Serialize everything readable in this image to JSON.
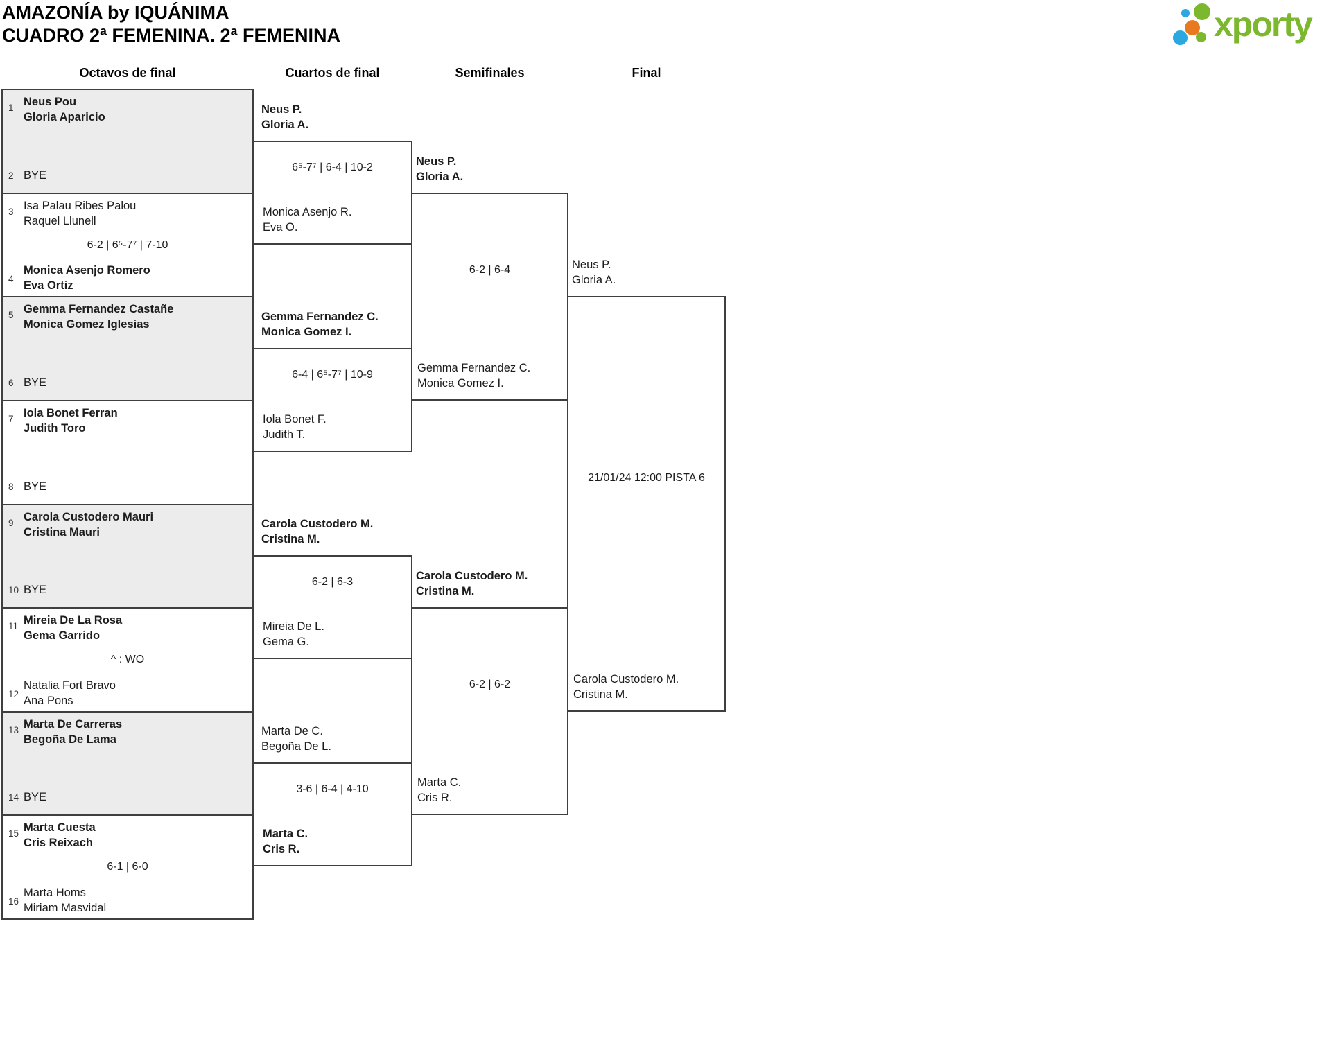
{
  "header": {
    "title_line1": "AMAZONÍA by IQUÁNIMA",
    "title_line2": "CUADRO 2ª FEMENINA. 2ª FEMENINA"
  },
  "brand": {
    "logo_text": "xporty",
    "green": "#7cb82e",
    "blue": "#2aa8df",
    "orange": "#e8791f"
  },
  "rounds": [
    "Octavos de final",
    "Cuartos de final",
    "Semifinales",
    "Final"
  ],
  "octavos": [
    {
      "seed_top": "1",
      "top1": "Neus Pou",
      "top2": "Gloria Aparicio",
      "top_winner": true,
      "seed_bottom": "2",
      "bottom1": "BYE",
      "bottom_winner": false,
      "score": ""
    },
    {
      "seed_top": "3",
      "top1": "Isa Palau Ribes Palou",
      "top2": "Raquel Llunell",
      "top_winner": false,
      "seed_bottom": "4",
      "bottom1": "Monica Asenjo Romero",
      "bottom2": "Eva Ortiz",
      "bottom_winner": true,
      "score": "6-2 | 6⁵-7⁷ | 7-10"
    },
    {
      "seed_top": "5",
      "top1": "Gemma Fernandez Castañe",
      "top2": "Monica Gomez Iglesias",
      "top_winner": true,
      "seed_bottom": "6",
      "bottom1": "BYE",
      "bottom_winner": false,
      "score": ""
    },
    {
      "seed_top": "7",
      "top1": "Iola Bonet Ferran",
      "top2": "Judith Toro",
      "top_winner": true,
      "seed_bottom": "8",
      "bottom1": "BYE",
      "bottom_winner": false,
      "score": ""
    },
    {
      "seed_top": "9",
      "top1": "Carola Custodero Mauri",
      "top2": "Cristina Mauri",
      "top_winner": true,
      "seed_bottom": "10",
      "bottom1": "BYE",
      "bottom_winner": false,
      "score": ""
    },
    {
      "seed_top": "11",
      "top1": "Mireia De La Rosa",
      "top2": "Gema Garrido",
      "top_winner": true,
      "seed_bottom": "12",
      "bottom1": "Natalia Fort Bravo",
      "bottom2": "Ana Pons",
      "bottom_winner": false,
      "score": "^ : WO"
    },
    {
      "seed_top": "13",
      "top1": "Marta De Carreras",
      "top2": "Begoña De Lama",
      "top_winner": true,
      "seed_bottom": "14",
      "bottom1": "BYE",
      "bottom_winner": false,
      "score": ""
    },
    {
      "seed_top": "15",
      "top1": "Marta Cuesta",
      "top2": "Cris Reixach",
      "top_winner": true,
      "seed_bottom": "16",
      "bottom1": "Marta Homs",
      "bottom2": "Miriam Masvidal",
      "bottom_winner": false,
      "score": "6-1 | 6-0"
    }
  ],
  "cuartos": [
    {
      "top1": "Neus P.",
      "top2": "Gloria A.",
      "top_winner": true,
      "bottom1": "Monica Asenjo R.",
      "bottom2": "Eva O.",
      "bottom_winner": false,
      "score": "6⁵-7⁷ | 6-4 | 10-2"
    },
    {
      "top1": "Gemma Fernandez C.",
      "top2": "Monica Gomez I.",
      "top_winner": true,
      "bottom1": "Iola Bonet F.",
      "bottom2": "Judith T.",
      "bottom_winner": false,
      "score": "6-4 | 6⁵-7⁷ | 10-9"
    },
    {
      "top1": "Carola Custodero M.",
      "top2": "Cristina M.",
      "top_winner": true,
      "bottom1": "Mireia De L.",
      "bottom2": "Gema G.",
      "bottom_winner": false,
      "score": "6-2 | 6-3"
    },
    {
      "top1": "Marta De C.",
      "top2": "Begoña De L.",
      "top_winner": false,
      "bottom1": "Marta C.",
      "bottom2": "Cris R.",
      "bottom_winner": true,
      "score": "3-6 | 6-4 | 4-10"
    }
  ],
  "semifinales": [
    {
      "top1": "Neus P.",
      "top2": "Gloria A.",
      "top_winner": true,
      "bottom1": "Gemma Fernandez C.",
      "bottom2": "Monica Gomez I.",
      "bottom_winner": false,
      "score": "6-2 | 6-4"
    },
    {
      "top1": "Carola Custodero M.",
      "top2": "Cristina M.",
      "top_winner": true,
      "bottom1": "Marta C.",
      "bottom2": "Cris R.",
      "bottom_winner": false,
      "score": "6-2 | 6-2"
    }
  ],
  "final": {
    "top1": "Neus P.",
    "top2": "Gloria A.",
    "top_winner": false,
    "bottom1": "Carola Custodero M.",
    "bottom2": "Cristina M.",
    "bottom_winner": false,
    "schedule": "21/01/24 12:00 PISTA 6"
  }
}
